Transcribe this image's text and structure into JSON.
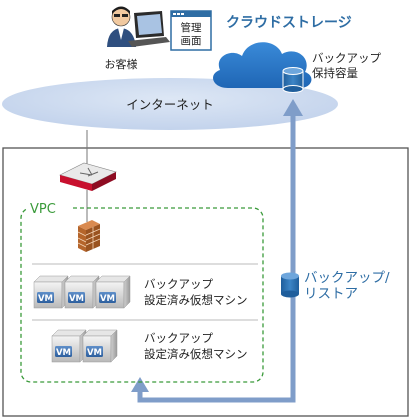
{
  "customer": {
    "label": "お客様"
  },
  "admin_screen": {
    "line1": "管理",
    "line2": "画面"
  },
  "cloud_storage": {
    "title": "クラウドストレージ"
  },
  "backup_capacity": {
    "line1": "バックアップ",
    "line2": "保持容量"
  },
  "internet": {
    "label": "インターネット"
  },
  "vpc": {
    "label": "VPC"
  },
  "backup_restore": {
    "line1": "バックアップ/",
    "line2": "リストア"
  },
  "vm_groups": [
    {
      "line1": "バックアップ",
      "line2": "設定済み仮想マシン",
      "vms": [
        "VM",
        "VM",
        "VM"
      ]
    },
    {
      "line1": "バックアップ",
      "line2": "設定済み仮想マシン",
      "vms": [
        "VM",
        "VM"
      ]
    }
  ],
  "colors": {
    "accent_blue": "#2e6da4",
    "arrow_blue": "#7f9dc9",
    "cloud_blue": "#2e78c8",
    "vpc_green": "#3a9a3a",
    "internet_fill": "#cbd9ee",
    "router_red": "#c8102e",
    "firewall_brown": "#b5652b"
  }
}
